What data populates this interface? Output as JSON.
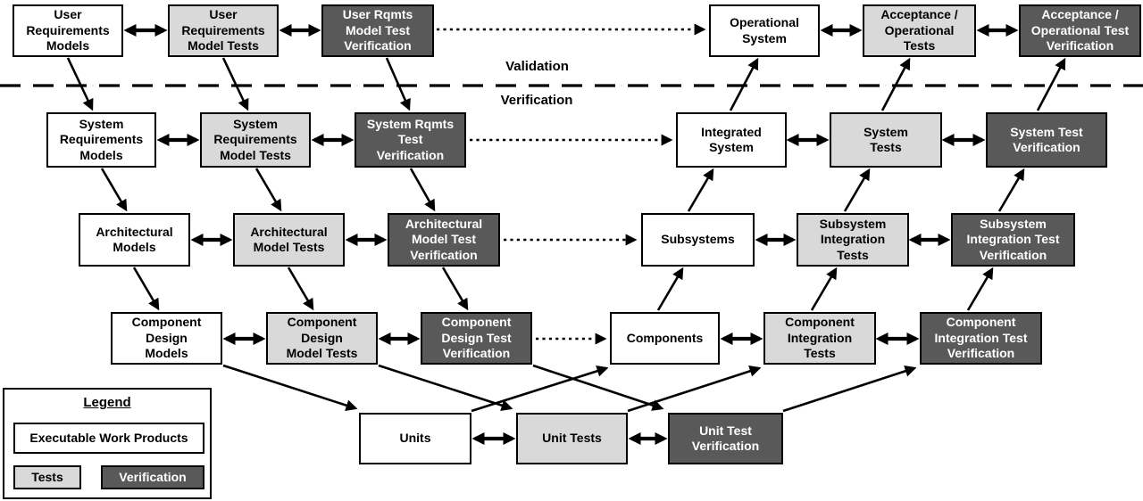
{
  "colors": {
    "background": "#ffffff",
    "line": "#000000",
    "work_product": "#ffffff",
    "tests": "#d9d9d9",
    "verification": "#595959",
    "verification_text": "#ffffff"
  },
  "separator": {
    "validation": "Validation",
    "verification": "Verification"
  },
  "boxes": {
    "user_requirements_models": "User\nRequirements\nModels",
    "user_requirements_model_tests": "User\nRequirements\nModel Tests",
    "user_rqmts_model_test_verification": "User Rqmts\nModel Test\nVerification",
    "operational_system": "Operational\nSystem",
    "acceptance_operational_tests": "Acceptance /\nOperational\nTests",
    "acceptance_operational_test_verification": "Acceptance /\nOperational Test\nVerification",
    "system_requirements_models": "System\nRequirements\nModels",
    "system_requirements_model_tests": "System\nRequirements\nModel Tests",
    "system_rqmts_test_verification": "System Rqmts\nTest\nVerification",
    "integrated_system": "Integrated\nSystem",
    "system_tests": "System\nTests",
    "system_test_verification": "System Test\nVerification",
    "architectural_models": "Architectural\nModels",
    "architectural_model_tests": "Architectural\nModel Tests",
    "architectural_model_test_verification": "Architectural\nModel Test\nVerification",
    "subsystems": "Subsystems",
    "subsystem_integration_tests": "Subsystem\nIntegration\nTests",
    "subsystem_integration_test_verification": "Subsystem\nIntegration Test\nVerification",
    "component_design_models": "Component\nDesign\nModels",
    "component_design_model_tests": "Component\nDesign\nModel Tests",
    "component_design_test_verification": "Component\nDesign Test\nVerification",
    "components": "Components",
    "component_integration_tests": "Component\nIntegration\nTests",
    "component_integration_test_verification": "Component\nIntegration Test\nVerification",
    "units": "Units",
    "unit_tests": "Unit Tests",
    "unit_test_verification": "Unit Test\nVerification"
  },
  "legend": {
    "title": "Legend",
    "items": [
      {
        "label": "Executable Work Products",
        "type": "work_product"
      },
      {
        "label": "Tests",
        "type": "tests"
      },
      {
        "label": "Verification",
        "type": "verification"
      }
    ]
  }
}
